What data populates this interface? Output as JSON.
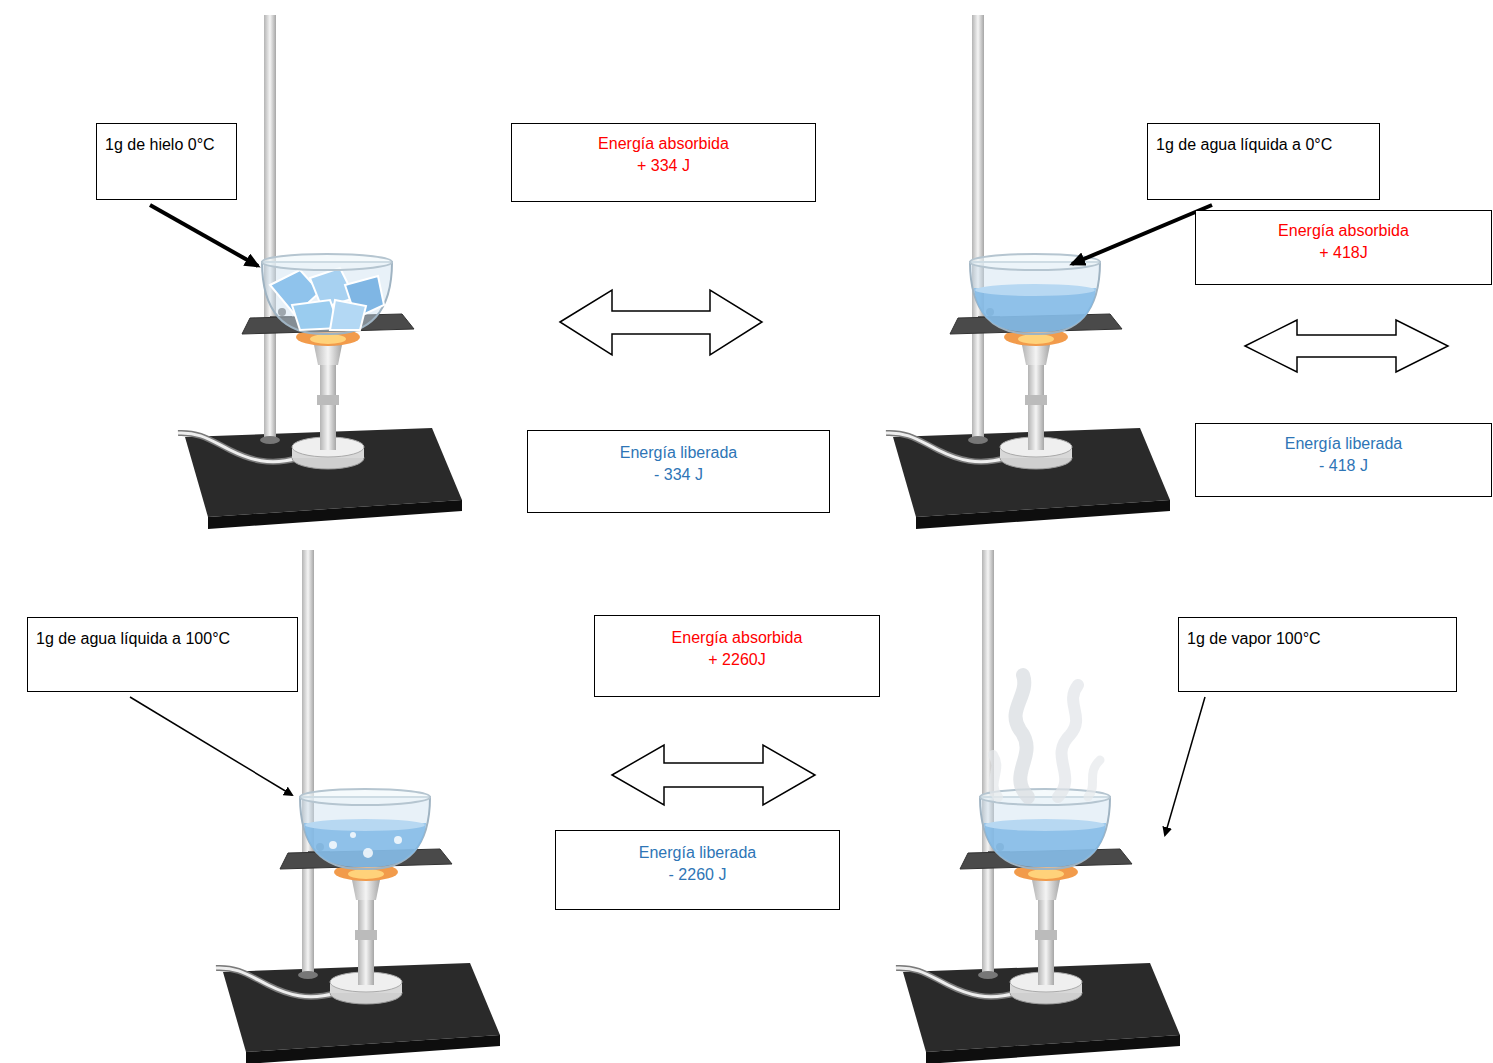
{
  "diagram": {
    "nodes": [
      {
        "text": [
          "1g de hielo 0°C"
        ]
      },
      {
        "text": [
          "Energía absorbida",
          "+ 334 J"
        ]
      },
      {
        "text": [
          "Energía liberada",
          "- 334 J"
        ]
      },
      {
        "text": [
          "1g de agua líquida a 0°C"
        ]
      },
      {
        "text": [
          "Energía absorbida",
          "+ 418J"
        ]
      },
      {
        "text": [
          "Energía liberada",
          "- 418 J"
        ]
      },
      {
        "text": [
          "1g de agua líquida a 100°C"
        ]
      },
      {
        "text": [
          "Energía absorbida",
          "+ 2260J"
        ]
      },
      {
        "text": [
          "Energía liberada",
          "- 2260 J"
        ]
      },
      {
        "text": [
          "1g de vapor 100°C"
        ]
      }
    ]
  }
}
